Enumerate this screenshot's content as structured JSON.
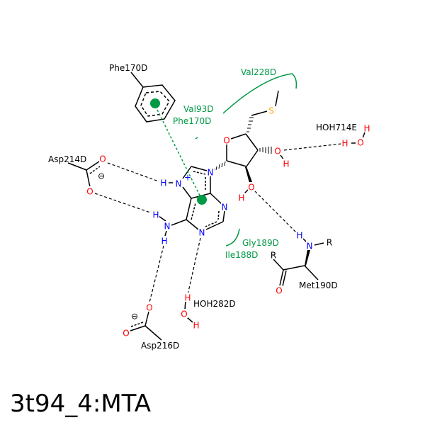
{
  "title": "3t94_4:MTA",
  "colors": {
    "hydrophobic": "#009945",
    "hbond": "#000000",
    "oxygen": "#ff0000",
    "nitrogen": "#0000ff",
    "sulfur": "#ffa500",
    "carbon": "#000000"
  },
  "residues": {
    "phe170_ring": "Phe170D",
    "asp214": "Asp214D",
    "val228": "Val228D",
    "val93": "Val93D",
    "phe170_contact": "Phe170D",
    "hoh714": "HOH714E",
    "gly189": "Gly189D",
    "ile188": "Ile188D",
    "met190": "Met190D",
    "hoh282": "HOH282D",
    "asp216": "Asp216D"
  },
  "atoms": [
    {
      "label": "O",
      "el": "O"
    },
    {
      "label": "O",
      "el": "O"
    },
    {
      "label": "⊖",
      "el": "C"
    },
    {
      "label": "H",
      "el": "N"
    },
    {
      "label": "N",
      "el": "N"
    },
    {
      "label": "+",
      "el": "N"
    },
    {
      "label": "N",
      "el": "N"
    },
    {
      "label": "N",
      "el": "N"
    },
    {
      "label": "N",
      "el": "N"
    },
    {
      "label": "N",
      "el": "N"
    },
    {
      "label": "H",
      "el": "N"
    },
    {
      "label": "H",
      "el": "N"
    },
    {
      "label": "O",
      "el": "O"
    },
    {
      "label": "S",
      "el": "S"
    },
    {
      "label": "O",
      "el": "O"
    },
    {
      "label": "H",
      "el": "O"
    },
    {
      "label": "O",
      "el": "O"
    },
    {
      "label": "H",
      "el": "O"
    },
    {
      "label": "H",
      "el": "O"
    },
    {
      "label": "O",
      "el": "O"
    },
    {
      "label": "H",
      "el": "O"
    },
    {
      "label": "H",
      "el": "N"
    },
    {
      "label": "N",
      "el": "N"
    },
    {
      "label": "R",
      "el": "C"
    },
    {
      "label": "R",
      "el": "C"
    },
    {
      "label": "O",
      "el": "O"
    },
    {
      "label": "H",
      "el": "O"
    },
    {
      "label": "O",
      "el": "O"
    },
    {
      "label": "H",
      "el": "O"
    },
    {
      "label": "O",
      "el": "O"
    },
    {
      "label": "⊖",
      "el": "C"
    },
    {
      "label": "O",
      "el": "O"
    }
  ]
}
